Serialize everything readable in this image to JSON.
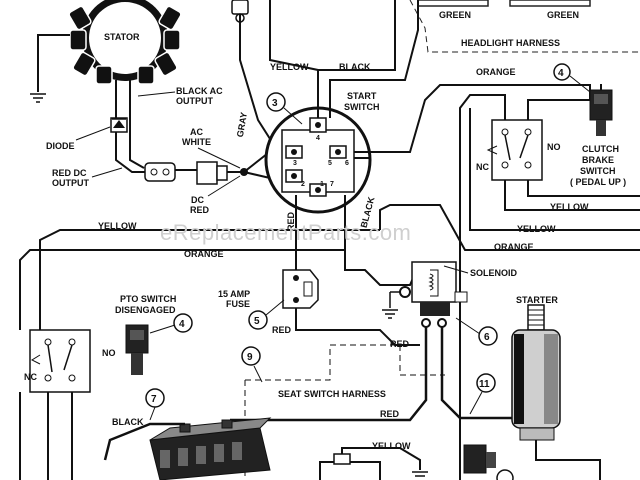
{
  "labels": {
    "stator": "STATOR",
    "black_ac_output": [
      "BLACK AC",
      "OUTPUT"
    ],
    "diode": "DIODE",
    "red_dc_output": [
      "RED DC",
      "OUTPUT"
    ],
    "ac_white": [
      "AC",
      "WHITE"
    ],
    "dc_red": [
      "DC",
      "RED"
    ],
    "gray": "GRAY",
    "yellow_top": "YELLOW",
    "black_top": "BLACK",
    "start_switch": [
      "START",
      "SWITCH"
    ],
    "green_left": "GREEN",
    "green_right": "GREEN",
    "headlight_harness": "HEADLIGHT HARNESS",
    "orange_top": "ORANGE",
    "clutch_brake_switch": [
      "CLUTCH",
      "BRAKE",
      "SWITCH",
      "( PEDAL UP )"
    ],
    "nc_right": "NC",
    "no_right": "NO",
    "yellow_right": "YELLOW",
    "yellow_mid_right": "YELLOW",
    "orange_mid_right": "ORANGE",
    "yellow_left": "YELLOW",
    "orange_left": "ORANGE",
    "red_fuse_top": "RED",
    "black_vertical": "BLACK",
    "fuse_15_amp": [
      "15 AMP",
      "FUSE"
    ],
    "red_fuse_bottom": "RED",
    "solenoid": "SOLENOID",
    "pto_switch": [
      "PTO SWITCH",
      "DISENGAGED"
    ],
    "no_left": "NO",
    "nc_left": "NC",
    "starter": "STARTER",
    "red_mid": "RED",
    "seat_switch_harness": "SEAT SWITCH HARNESS",
    "red_low": "RED",
    "black_battery": "BLACK",
    "yellow_bottom": "YELLOW",
    "switch_terminals": [
      "4",
      "3",
      "5",
      "6",
      "2",
      "1",
      "7"
    ],
    "watermark": "eReplacementParts.com"
  },
  "callouts": [
    "3",
    "4",
    "4",
    "5",
    "6",
    "7",
    "9",
    "11"
  ]
}
